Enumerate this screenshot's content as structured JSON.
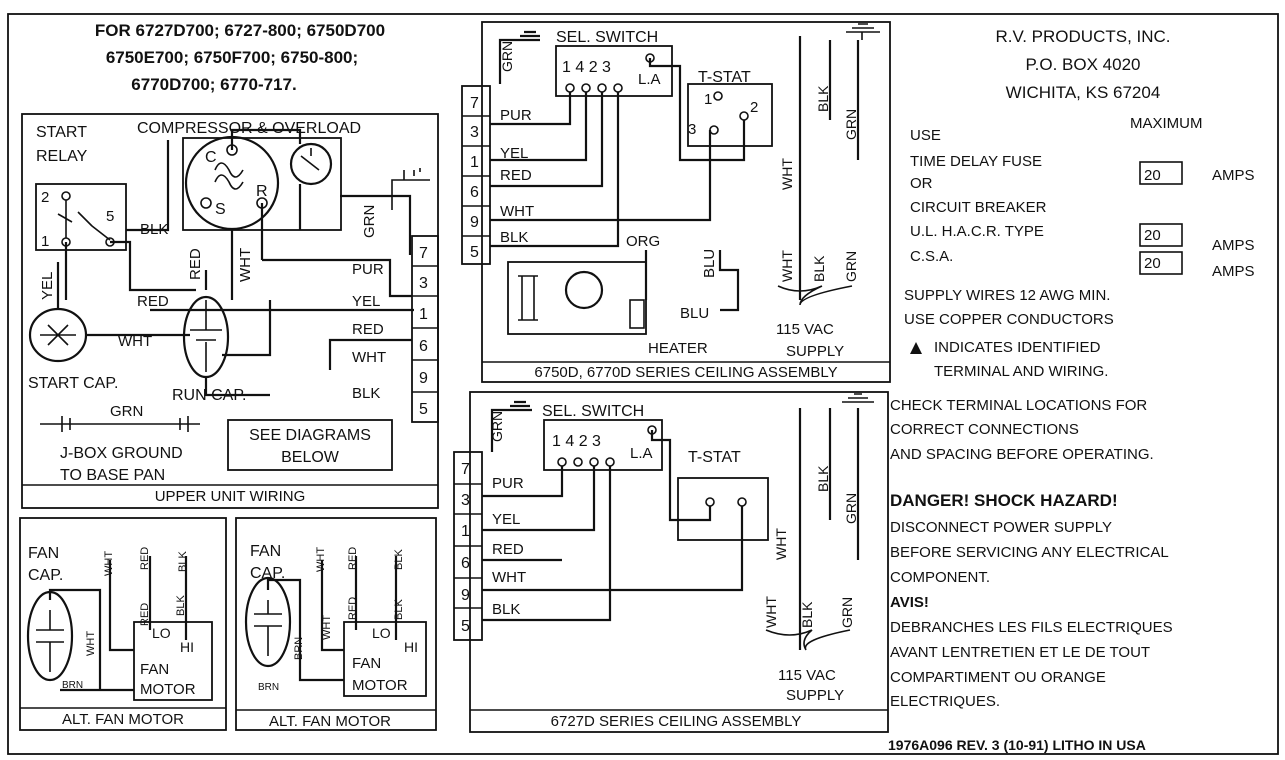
{
  "header": {
    "models": [
      "FOR 6727D700; 6727-800; 6750D700",
      "6750E700; 6750F700; 6750-800;",
      "6770D700; 6770-717."
    ]
  },
  "company": {
    "name": "R.V. PRODUCTS, INC.",
    "box": "P.O. BOX 4020",
    "city": "WICHITA,  KS  67204"
  },
  "fuse": {
    "use": "USE",
    "maximum": "MAXIMUM",
    "time_delay": "TIME DELAY FUSE",
    "or": "OR",
    "breaker": "CIRCUIT BREAKER",
    "ul": "U.L. H.A.C.R. TYPE",
    "csa": "C.S.A.",
    "value1": "20",
    "value2": "20",
    "value3": "20",
    "amps": "AMPS"
  },
  "notes": {
    "supply_wires": "SUPPLY WIRES 12 AWG MIN.",
    "copper": "USE COPPER CONDUCTORS",
    "indicates": "INDICATES IDENTIFIED",
    "terminal_wiring": "TERMINAL AND WIRING.",
    "check": [
      "CHECK TERMINAL LOCATIONS FOR",
      "CORRECT CONNECTIONS",
      "AND SPACING BEFORE OPERATING."
    ],
    "danger_title": "DANGER!  SHOCK HAZARD!",
    "danger": [
      "DISCONNECT POWER SUPPLY",
      "BEFORE SERVICING ANY ELECTRICAL",
      "COMPONENT."
    ],
    "avis_title": "AVIS!",
    "avis": [
      "DEBRANCHES LES FILS ELECTRIQUES",
      "AVANT LENTRETIEN ET LE DE TOUT",
      "COMPARTIMENT OU ORANGE",
      "ELECTRIQUES."
    ],
    "footer": "1976A096 REV. 3 (10-91)   LITHO IN USA"
  },
  "upper": {
    "caption": "UPPER UNIT WIRING",
    "start_relay": [
      "START",
      "RELAY"
    ],
    "compressor": "COMPRESSOR & OVERLOAD",
    "start_cap": "START CAP.",
    "run_cap": "RUN CAP.",
    "jbox": [
      "J-BOX GROUND",
      "TO BASE PAN"
    ],
    "see_diagrams": [
      "SEE DIAGRAMS",
      "BELOW"
    ],
    "relay_pins": [
      "2",
      "1",
      "5"
    ],
    "comp_pins": [
      "C",
      "S",
      "R"
    ],
    "terms": [
      "7",
      "3",
      "1",
      "6",
      "9",
      "5"
    ],
    "wires": {
      "pur": "PUR",
      "yel": "YEL",
      "red": "RED",
      "wht": "WHT",
      "blk": "BLK",
      "grn": "GRN"
    }
  },
  "ceiling1": {
    "caption": "6750D, 6770D SERIES CEILING ASSEMBLY",
    "sel_switch": "SEL. SWITCH",
    "sel_pins": "1 4 2 3",
    "la": "L.A",
    "tstat": "T-STAT",
    "tstat_pins": [
      "1",
      "2",
      "3"
    ],
    "heater": "HEATER",
    "org": "ORG",
    "blu": "BLU",
    "supply": [
      "115 VAC",
      "SUPPLY"
    ],
    "terms": [
      "7",
      "3",
      "1",
      "6",
      "9",
      "5"
    ],
    "wires": [
      "PUR",
      "YEL",
      "RED",
      "WHT",
      "BLK"
    ],
    "grn": "GRN",
    "blk": "BLK",
    "wht": "WHT"
  },
  "ceiling2": {
    "caption": "6727D SERIES CEILING ASSEMBLY",
    "sel_switch": "SEL. SWITCH",
    "sel_pins": "1 4 2 3",
    "la": "L.A",
    "tstat": "T-STAT",
    "supply": [
      "115 VAC",
      "SUPPLY"
    ],
    "terms": [
      "7",
      "3",
      "1",
      "6",
      "9",
      "5"
    ],
    "wires": [
      "PUR",
      "YEL",
      "RED",
      "WHT",
      "BLK"
    ],
    "grn": "GRN",
    "blk": "BLK",
    "wht": "WHT"
  },
  "fan1": {
    "caption": "ALT. FAN MOTOR",
    "cap": [
      "FAN",
      "CAP."
    ],
    "motor": [
      "FAN",
      "MOTOR"
    ],
    "lo": "LO",
    "hi": "HI",
    "wht": "WHT",
    "red": "RED",
    "blk": "BLK",
    "brn": "BRN"
  },
  "fan2": {
    "caption": "ALT. FAN MOTOR",
    "cap": [
      "FAN",
      "CAP."
    ],
    "motor": [
      "FAN",
      "MOTOR"
    ],
    "lo": "LO",
    "hi": "HI",
    "wht": "WHT",
    "red": "RED",
    "blk": "BLK",
    "brn": "BRN"
  }
}
